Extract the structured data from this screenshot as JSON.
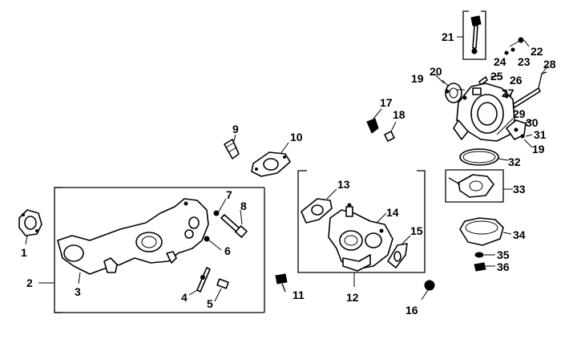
{
  "diagram": {
    "title": "",
    "callouts": [
      {
        "id": "1",
        "label": "1"
      },
      {
        "id": "2",
        "label": "2"
      },
      {
        "id": "3",
        "label": "3"
      },
      {
        "id": "4",
        "label": "4"
      },
      {
        "id": "5",
        "label": "5"
      },
      {
        "id": "6",
        "label": "6"
      },
      {
        "id": "7",
        "label": "7"
      },
      {
        "id": "8",
        "label": "8"
      },
      {
        "id": "9",
        "label": "9"
      },
      {
        "id": "10",
        "label": "10"
      },
      {
        "id": "11",
        "label": "11"
      },
      {
        "id": "12",
        "label": "12"
      },
      {
        "id": "13",
        "label": "13"
      },
      {
        "id": "14",
        "label": "14"
      },
      {
        "id": "15",
        "label": "15"
      },
      {
        "id": "16",
        "label": "16"
      },
      {
        "id": "17",
        "label": "17"
      },
      {
        "id": "18",
        "label": "18"
      },
      {
        "id": "19a",
        "label": "19"
      },
      {
        "id": "19b",
        "label": "19"
      },
      {
        "id": "20",
        "label": "20"
      },
      {
        "id": "21",
        "label": "21"
      },
      {
        "id": "22",
        "label": "22"
      },
      {
        "id": "23",
        "label": "23"
      },
      {
        "id": "24",
        "label": "24"
      },
      {
        "id": "25",
        "label": "25"
      },
      {
        "id": "26",
        "label": "26"
      },
      {
        "id": "27",
        "label": "27"
      },
      {
        "id": "28",
        "label": "28"
      },
      {
        "id": "29",
        "label": "29"
      },
      {
        "id": "30",
        "label": "30"
      },
      {
        "id": "31",
        "label": "31"
      },
      {
        "id": "32",
        "label": "32"
      },
      {
        "id": "33",
        "label": "33"
      },
      {
        "id": "34",
        "label": "34"
      },
      {
        "id": "35",
        "label": "35"
      },
      {
        "id": "36",
        "label": "36"
      }
    ]
  }
}
